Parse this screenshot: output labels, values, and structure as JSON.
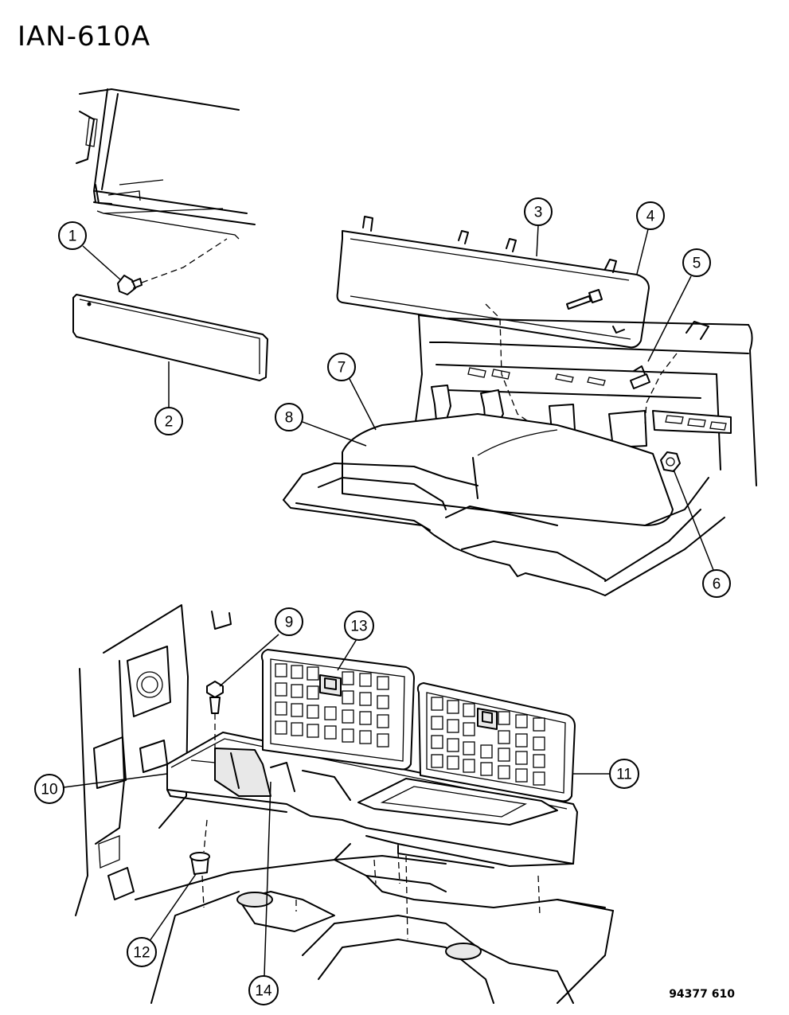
{
  "title": "IAN-610A",
  "figure_id": "94377 610",
  "callouts": [
    "1",
    "2",
    "3",
    "4",
    "5",
    "6",
    "7",
    "8",
    "9",
    "10",
    "11",
    "12",
    "13",
    "14"
  ]
}
